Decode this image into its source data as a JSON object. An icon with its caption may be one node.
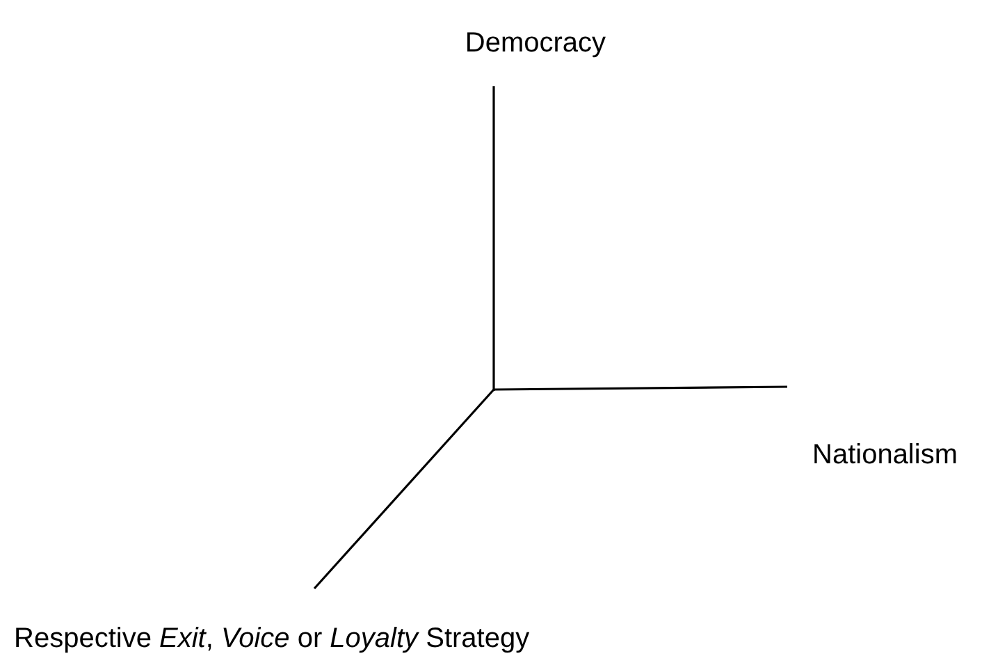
{
  "diagram": {
    "labels": [
      "Democracy",
      "Nationalism",
      "Respective *Exit*, *Voice* or *Loyalty* Strategy"
    ]
  }
}
